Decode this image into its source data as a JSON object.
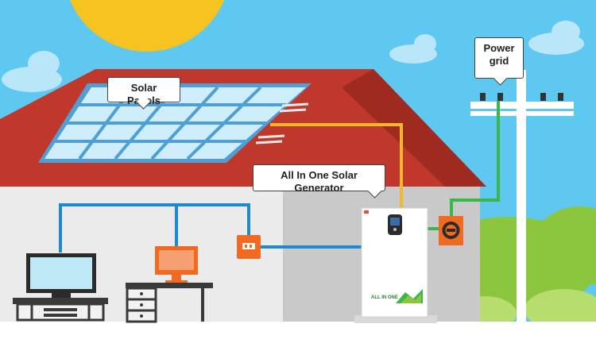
{
  "labels": {
    "solar_panels": "Solar Panels",
    "generator": "All In One Solar Generator",
    "grid_line1": "Power",
    "grid_line2": "grid"
  },
  "generator_branding": {
    "product_text": "ALL IN ONE"
  },
  "colors": {
    "sky": "#5fc8f0",
    "sun": "#f7c321",
    "roof": "#c0382b",
    "wall": "#e6e6e6",
    "solar_wire": "#f5b72a",
    "ac_wire": "#1e88d0",
    "grid_wire": "#3cb54a",
    "device_orange": "#f26a21",
    "hills": "#8cc63f"
  }
}
